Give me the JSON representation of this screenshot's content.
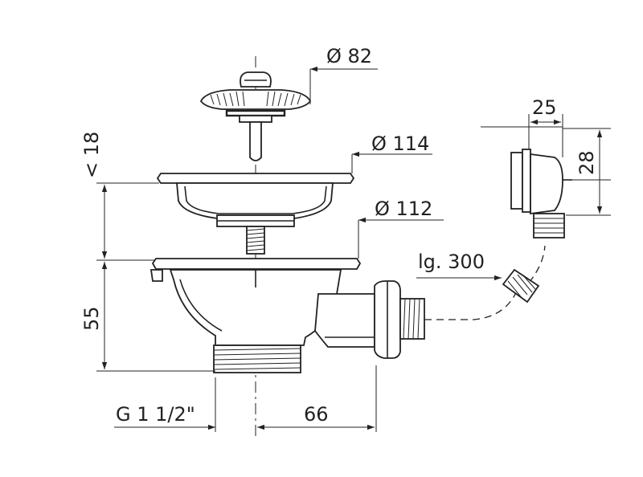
{
  "dimensions": {
    "strainer_diameter": "Ø 82",
    "flange_diameter": "Ø 114",
    "sink_hole_diameter": "Ø 112",
    "max_thickness": "< 18",
    "body_height": "55",
    "thread_size": "G 1 1/2\"",
    "outlet_offset": "66",
    "hose_length": "lg. 300",
    "overflow_width": "25",
    "overflow_height": "28"
  },
  "colors": {
    "ink": "#222222",
    "background": "#ffffff"
  }
}
